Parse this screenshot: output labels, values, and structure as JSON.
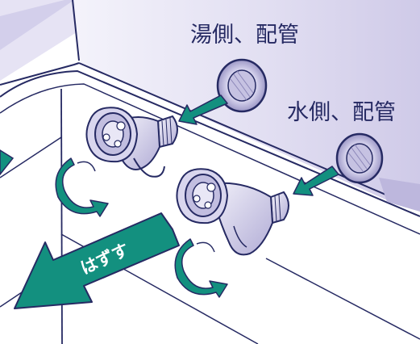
{
  "labels": {
    "hot_side_pipe": "湯側、配管",
    "cold_side_pipe": "水側、配管",
    "remove": "はずす"
  },
  "colors": {
    "wall_shade": "#d8d5ee",
    "wall_dark": "#b9b4dc",
    "outline": "#262a63",
    "arrow_green": "#13907f",
    "part_fill": "#e4e2f2",
    "part_shadow": "#a8a3d0",
    "text": "#262a63"
  },
  "icons": {
    "rotate_arrows": "counter-clockwise-rotation-icon",
    "direction_arrows": "green-arrow-icon"
  }
}
